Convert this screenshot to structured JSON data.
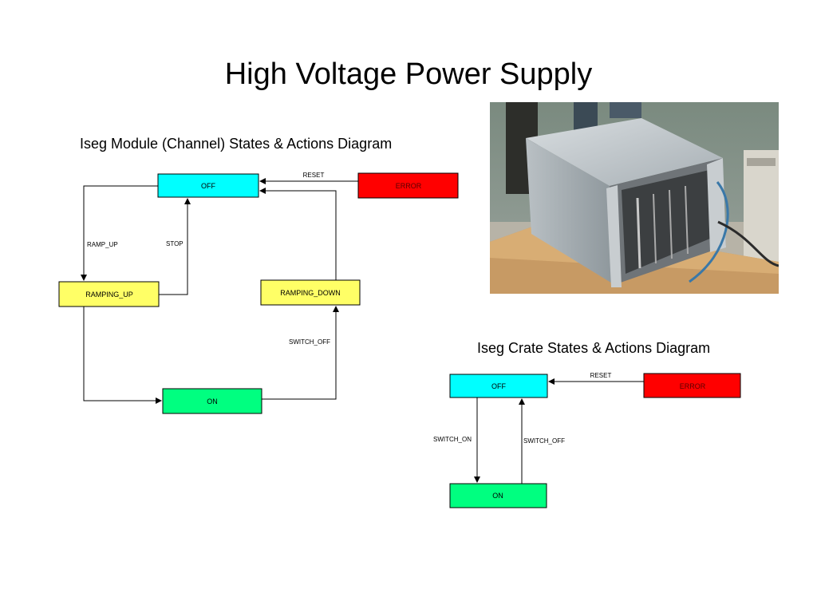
{
  "slide": {
    "title": "High Voltage Power Supply"
  },
  "module_diagram": {
    "caption": "Iseg Module (Channel) States & Actions Diagram",
    "states": {
      "off": "OFF",
      "error": "ERROR",
      "ramping_up": "RAMPING_UP",
      "ramping_down": "RAMPING_DOWN",
      "on": "ON"
    },
    "actions": {
      "reset": "RESET",
      "ramp_up": "RAMP_UP",
      "stop": "STOP",
      "switch_off": "SWITCH_OFF"
    }
  },
  "crate_diagram": {
    "caption": "Iseg Crate States & Actions Diagram",
    "states": {
      "off": "OFF",
      "error": "ERROR",
      "on": "ON"
    },
    "actions": {
      "reset": "RESET",
      "switch_on": "SWITCH_ON",
      "switch_off": "SWITCH_OFF"
    }
  },
  "colors": {
    "off_state": "#00ffff",
    "error_state": "#ff0000",
    "ramping_state": "#ffff66",
    "on_state": "#00ff80"
  }
}
